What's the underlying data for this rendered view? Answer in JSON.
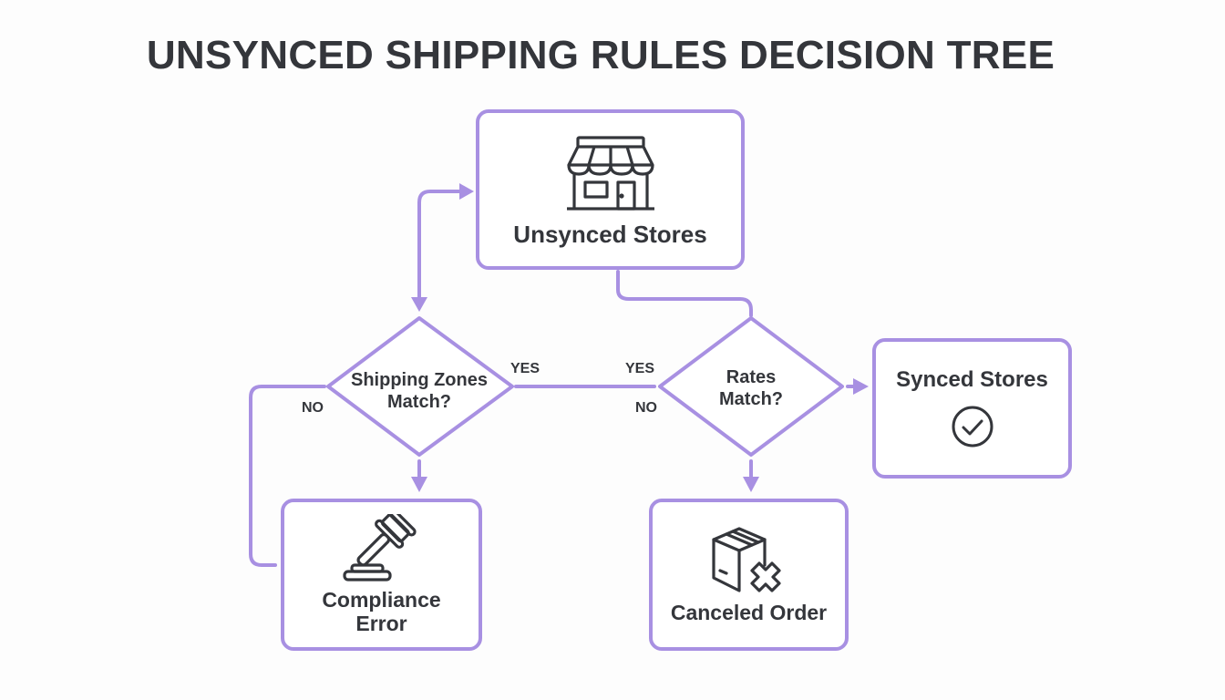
{
  "title": "UNSYNCED SHIPPING RULES DECISION TREE",
  "colors": {
    "accent": "#a890e2",
    "text": "#34363b",
    "background": "#fdfdfd"
  },
  "nodes": {
    "unsynced_stores": {
      "label": "Unsynced Stores",
      "icon": "storefront-icon"
    },
    "shipping_zones_match": {
      "label_line1": "Shipping Zones",
      "label_line2": "Match?"
    },
    "rates_match": {
      "label_line1": "Rates",
      "label_line2": "Match?"
    },
    "synced_stores": {
      "label": "Synced Stores",
      "icon": "check-circle-icon"
    },
    "compliance_error": {
      "label_line1": "Compliance",
      "label_line2": "Error",
      "icon": "gavel-icon"
    },
    "canceled_order": {
      "label": "Canceled Order",
      "icon": "box-x-icon"
    }
  },
  "edge_labels": {
    "zones_yes": "YES",
    "zones_no": "NO",
    "rates_yes": "YES",
    "rates_no": "NO"
  }
}
